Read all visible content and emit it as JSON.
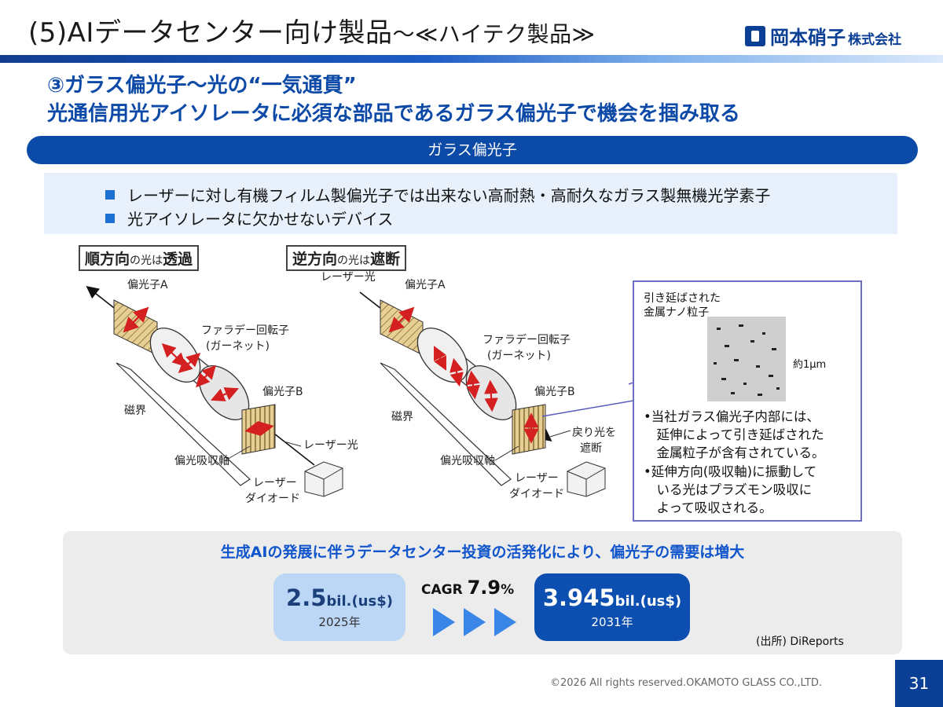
{
  "header": {
    "title_main": "(5)AIデータセンター向け製品",
    "title_sub": "～≪ハイテク製品≫",
    "logo_name": "岡本硝子",
    "logo_suffix": "株式会社"
  },
  "headline": {
    "line1": "③ガラス偏光子～光の“一気通貫”",
    "line2": "光通信用光アイソレータに必須な部品であるガラス偏光子で機会を掴み取る"
  },
  "section_title": "ガラス偏光子",
  "bullets": [
    "レーザーに対し有機フィルム製偏光子では出来ない高耐熱・高耐久なガラス製無機光学素子",
    "光アイソレータに欠かせないデバイス"
  ],
  "diagram": {
    "forward_title_bold1": "順方向",
    "forward_title_small": "の光は",
    "forward_title_bold2": "透過",
    "reverse_title_bold1": "逆方向",
    "reverse_title_small": "の光は",
    "reverse_title_bold2": "遮断",
    "left": {
      "polarizer_a": "偏光子A",
      "faraday_1": "ファラデー回転子",
      "faraday_2": "(ガーネット)",
      "polarizer_b": "偏光子B",
      "magnetic": "磁界",
      "laser_light": "レーザー光",
      "absorb_axis": "偏光吸収軸",
      "diode_1": "レーザー",
      "diode_2": "ダイオード"
    },
    "right": {
      "laser_light": "レーザー光",
      "polarizer_a": "偏光子A",
      "faraday_1": "ファラデー回転子",
      "faraday_2": "(ガーネット)",
      "polarizer_b": "偏光子B",
      "magnetic": "磁界",
      "return_1": "戻り光を",
      "return_2": "遮断",
      "absorb_axis": "偏光吸収軸",
      "diode_1": "レーザー",
      "diode_2": "ダイオード"
    },
    "callout": {
      "caption_1": "引き延ばされた",
      "caption_2": "金属ナノ粒子",
      "scale": "約1μm",
      "text_lines": [
        "•当社ガラス偏光子内部には、",
        "　延伸によって引き延ばされた",
        "　金属粒子が含有されている。",
        "•延伸方向(吸収軸)に振動して",
        "　いる光はプラズモン吸収に",
        "　よって吸収される。"
      ]
    }
  },
  "market": {
    "headline": "生成AIの発展に伴うデータセンター投資の活発化により、偏光子の需要は増大",
    "value_2025": "2.5",
    "unit_2025": "bil.(us$)",
    "year_2025": "2025年",
    "cagr_label": "CAGR",
    "cagr_value": "7.9",
    "cagr_unit": "%",
    "value_2031": "3.945",
    "unit_2031": "bil.(us$)",
    "year_2031": "2031年",
    "source": "(出所) DiReports"
  },
  "footer": {
    "copyright": "©2026  All rights reserved.OKAMOTO GLASS CO.,LTD.",
    "page_number": "31"
  },
  "colors": {
    "brand_navy": "#0b3f95",
    "heading_blue": "#0d4aa8",
    "bullet_bg": "#e8f1fb",
    "arrow_blue": "#3a86e8",
    "polarizer_fill": "#e7cf93",
    "laser_red": "#d42020"
  }
}
